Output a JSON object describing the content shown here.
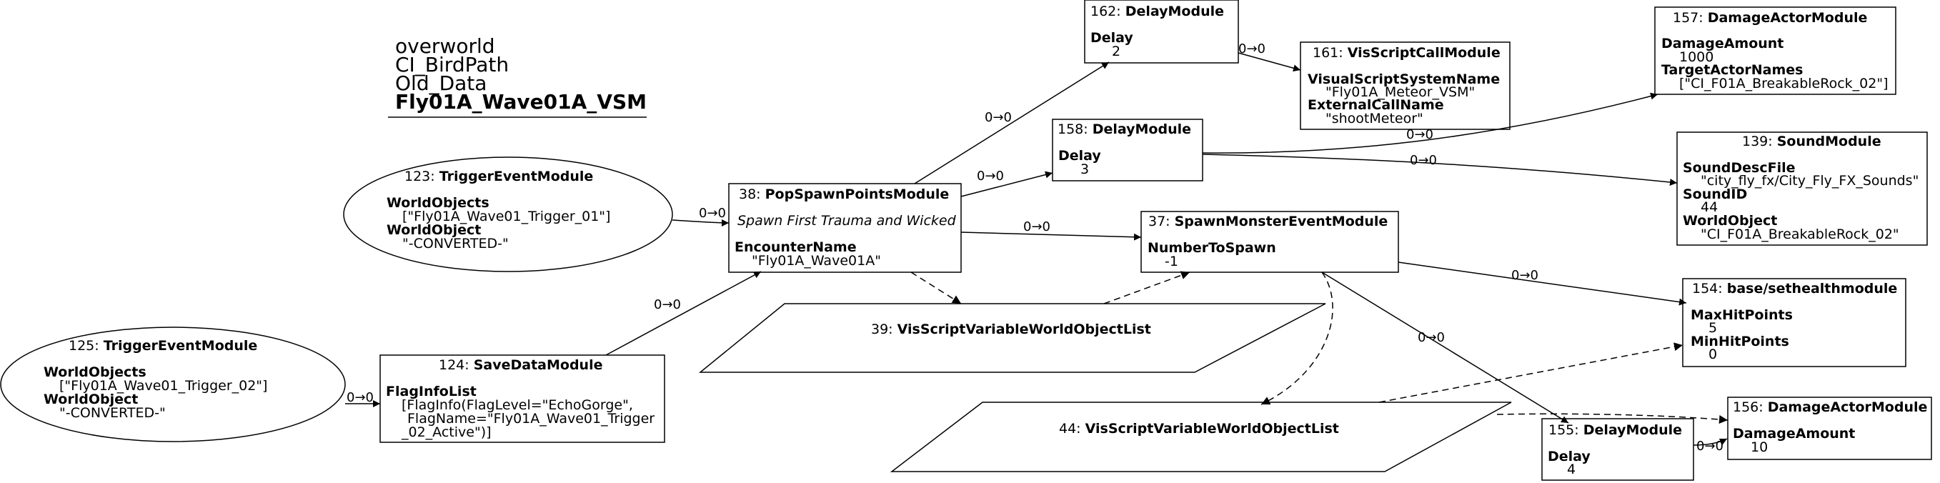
{
  "title": {
    "lines": [
      "overworld",
      "CI_BirdPath",
      "Old_Data"
    ],
    "bold_line": "Fly01A_Wave01A_VSM"
  },
  "nodes": {
    "n123": {
      "head_id": "123: ",
      "head_name": "TriggerEventModule",
      "p1_key": "WorldObjects",
      "p1_val": "[\"Fly01A_Wave01_Trigger_01\"]",
      "p2_key": "WorldObject",
      "p2_val": "\"-CONVERTED-\""
    },
    "n125": {
      "head_id": "125: ",
      "head_name": "TriggerEventModule",
      "p1_key": "WorldObjects",
      "p1_val": "[\"Fly01A_Wave01_Trigger_02\"]",
      "p2_key": "WorldObject",
      "p2_val": "\"-CONVERTED-\""
    },
    "n124": {
      "head_id": "124: ",
      "head_name": "SaveDataModule",
      "p1_key": "FlagInfoList",
      "v1": "[FlagInfo(FlagLevel=\"EchoGorge\",",
      "v2": "FlagName=\"Fly01A_Wave01_Trigger",
      "v3": "_02_Active\")]"
    },
    "n38": {
      "head_id": "38: ",
      "head_name": "PopSpawnPointsModule",
      "desc": "Spawn First Trauma and Wicked",
      "p1_key": "EncounterName",
      "p1_val": "\"Fly01A_Wave01A\""
    },
    "n162": {
      "head_id": "162: ",
      "head_name": "DelayModule",
      "p1_key": "Delay",
      "p1_val": "2"
    },
    "n158": {
      "head_id": "158: ",
      "head_name": "DelayModule",
      "p1_key": "Delay",
      "p1_val": "3"
    },
    "n161": {
      "head_id": "161: ",
      "head_name": "VisScriptCallModule",
      "p1_key": "VisualScriptSystemName",
      "p1_val": "\"Fly01A_Meteor_VSM\"",
      "p2_key": "ExternalCallName",
      "p2_val": "\"shootMeteor\""
    },
    "n157": {
      "head_id": "157: ",
      "head_name": "DamageActorModule",
      "p1_key": "DamageAmount",
      "p1_val": "1000",
      "p2_key": "TargetActorNames",
      "p2_val": "[\"CI_F01A_BreakableRock_02\"]"
    },
    "n139": {
      "head_id": "139: ",
      "head_name": "SoundModule",
      "p1_key": "SoundDescFile",
      "p1_val": "\"city_fly_fx/City_Fly_FX_Sounds\"",
      "p2_key": "SoundID",
      "p2_val": "44",
      "p3_key": "WorldObject",
      "p3_val": "\"CI_F01A_BreakableRock_02\""
    },
    "n37": {
      "head_id": "37: ",
      "head_name": "SpawnMonsterEventModule",
      "p1_key": "NumberToSpawn",
      "p1_val": "-1"
    },
    "n154": {
      "head_id": "154: ",
      "head_name": "base/sethealthmodule",
      "p1_key": "MaxHitPoints",
      "p1_val": "5",
      "p2_key": "MinHitPoints",
      "p2_val": "0"
    },
    "n39": {
      "head_id": "39: ",
      "head_name": "VisScriptVariableWorldObjectList"
    },
    "n44": {
      "head_id": "44: ",
      "head_name": "VisScriptVariableWorldObjectList"
    },
    "n155": {
      "head_id": "155: ",
      "head_name": "DelayModule",
      "p1_key": "Delay",
      "p1_val": "4"
    },
    "n156": {
      "head_id": "156: ",
      "head_name": "DamageActorModule",
      "p1_key": "DamageAmount",
      "p1_val": "10"
    }
  },
  "edge_label": "0→0"
}
